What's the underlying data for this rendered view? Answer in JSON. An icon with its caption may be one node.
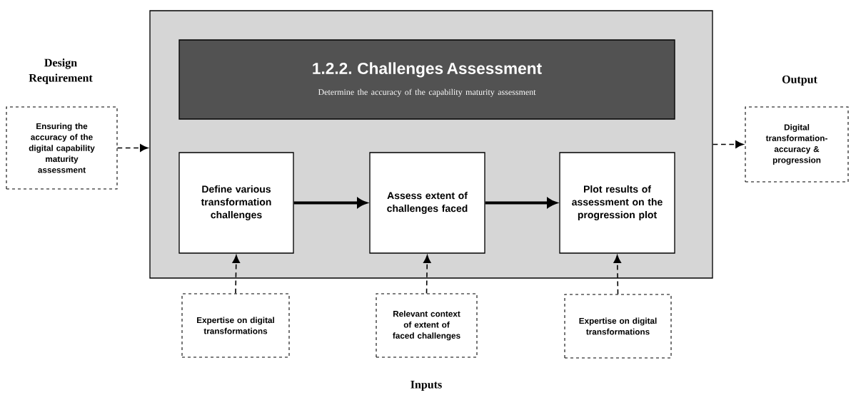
{
  "diagram": {
    "nodes": [
      {
        "text": [],
        "shape": "box"
      },
      {
        "text": [
          "1.2.2. Challenges Assessment",
          "Determine the accuracy of the capability maturity assessment"
        ],
        "in": 0
      },
      {
        "text": [
          "Define various transformation challenges"
        ],
        "in": 0
      },
      {
        "text": [
          "Assess extent of challenges faced"
        ],
        "in": 0
      },
      {
        "text": [
          "Plot results of assessment on the progression plot"
        ],
        "in": 0
      },
      {
        "text": [
          "Ensuring the accuracy of the digital capability maturity assessment"
        ]
      },
      {
        "text": [
          "Digital transformation- accuracy & progression"
        ]
      },
      {
        "text": [
          "Expertise on digital transformations"
        ]
      },
      {
        "text": [
          "Relevant context of extent of faced challenges"
        ]
      },
      {
        "text": [
          "Expertise on digital transformations"
        ]
      }
    ],
    "edges": [
      {
        "from": 5,
        "to": 0,
        "arrow": "to",
        "style": "dashed"
      },
      {
        "from": 0,
        "to": 6,
        "arrow": "to",
        "style": "dashed"
      },
      {
        "from": 2,
        "to": 3,
        "arrow": "to",
        "style": "thick"
      },
      {
        "from": 3,
        "to": 4,
        "arrow": "to",
        "style": "thick"
      },
      {
        "from": 7,
        "to": 2,
        "arrow": "to",
        "style": "dashed"
      },
      {
        "from": 8,
        "to": 3,
        "arrow": "to",
        "style": "dashed"
      },
      {
        "from": 9,
        "to": 4,
        "arrow": "to",
        "style": "dashed"
      }
    ],
    "labels": [
      "Design Requirement",
      "Output",
      "Inputs"
    ]
  }
}
